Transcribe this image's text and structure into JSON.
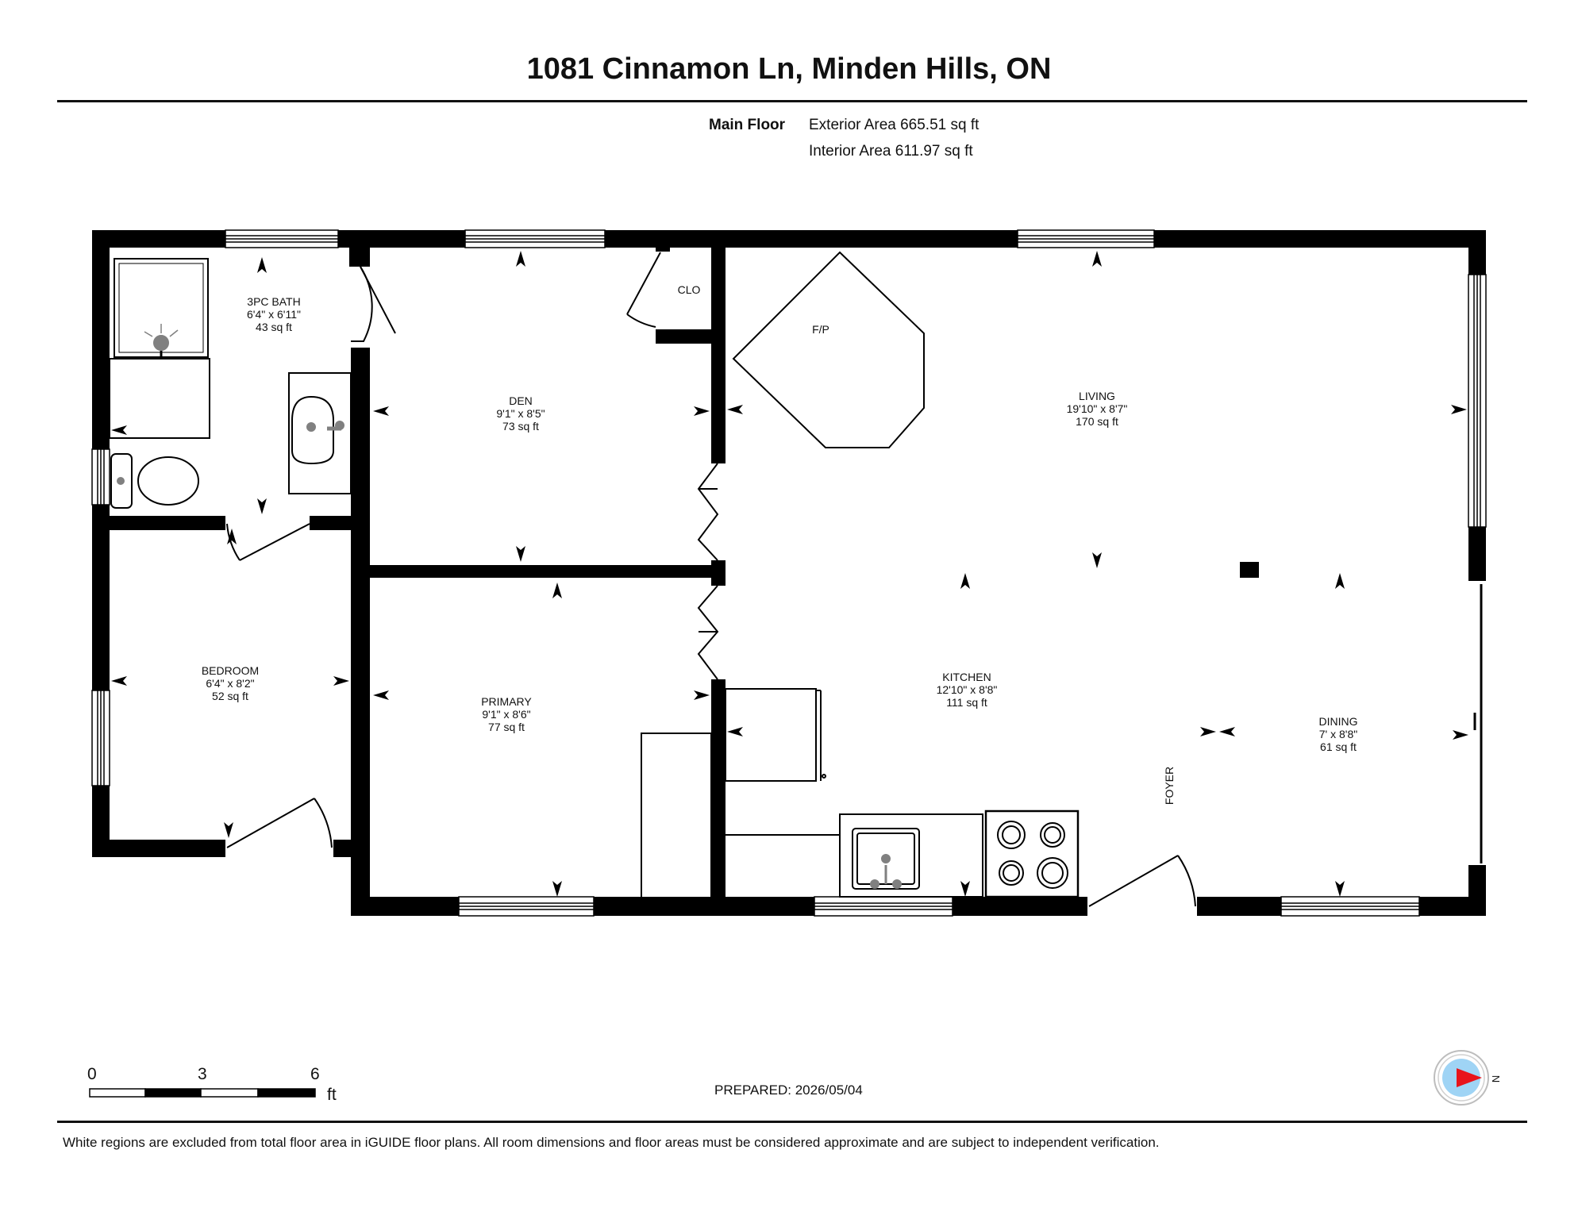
{
  "header": {
    "title": "1081 Cinnamon Ln, Minden Hills, ON"
  },
  "summary": {
    "floor_name": "Main Floor",
    "exterior_area": "Exterior Area 665.51 sq ft",
    "interior_area": "Interior Area 611.97 sq ft"
  },
  "rooms": {
    "bath": {
      "name": "3PC BATH",
      "dims": "6'4\" x 6'11\"",
      "area": "43 sq ft"
    },
    "den": {
      "name": "DEN",
      "dims": "9'1\" x 8'5\"",
      "area": "73 sq ft"
    },
    "closet": {
      "name": "CLO"
    },
    "fireplace": {
      "name": "F/P"
    },
    "living": {
      "name": "LIVING",
      "dims": "19'10\" x 8'7\"",
      "area": "170 sq ft"
    },
    "bedroom": {
      "name": "BEDROOM",
      "dims": "6'4\" x 8'2\"",
      "area": "52 sq ft"
    },
    "primary": {
      "name": "PRIMARY",
      "dims": "9'1\" x 8'6\"",
      "area": "77 sq ft"
    },
    "kitchen": {
      "name": "KITCHEN",
      "dims": "12'10\" x 8'8\"",
      "area": "111 sq ft"
    },
    "dining": {
      "name": "DINING",
      "dims": "7' x 8'8\"",
      "area": "61 sq ft"
    },
    "foyer": {
      "name": "FOYER"
    }
  },
  "scale_bar": {
    "labels": [
      "0",
      "3",
      "6"
    ],
    "unit": "ft"
  },
  "compass": {
    "label": "N"
  },
  "prepared": "PREPARED: 2026/05/04",
  "footer_note": "White regions are excluded from total floor area in iGUIDE floor plans. All room dimensions and floor areas must be considered approximate and are subject to independent verification."
}
